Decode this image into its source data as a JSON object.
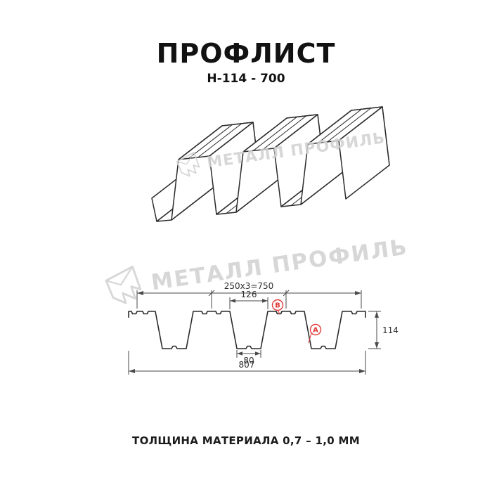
{
  "header": {
    "title": "ПРОФЛИСТ",
    "subtitle": "Н-114 - 700"
  },
  "footer": {
    "text": "ТОЛЩИНА МАТЕРИАЛА 0,7 – 1,0 ММ"
  },
  "watermark": {
    "text": "МЕТАЛЛ ПРОФИЛЬ"
  },
  "diagram": {
    "dim_top": "250x3=750",
    "dim_valley_top": "126",
    "dim_valley_bottom": "80",
    "dim_overall": "807",
    "dim_height": "114",
    "label_b": "В",
    "label_a": "А"
  },
  "colors": {
    "line": "#2b2b2b",
    "dim": "#4a4a4a",
    "accent_red": "#e23b3b",
    "watermark": "#d2d2d2",
    "background": "#ffffff"
  }
}
